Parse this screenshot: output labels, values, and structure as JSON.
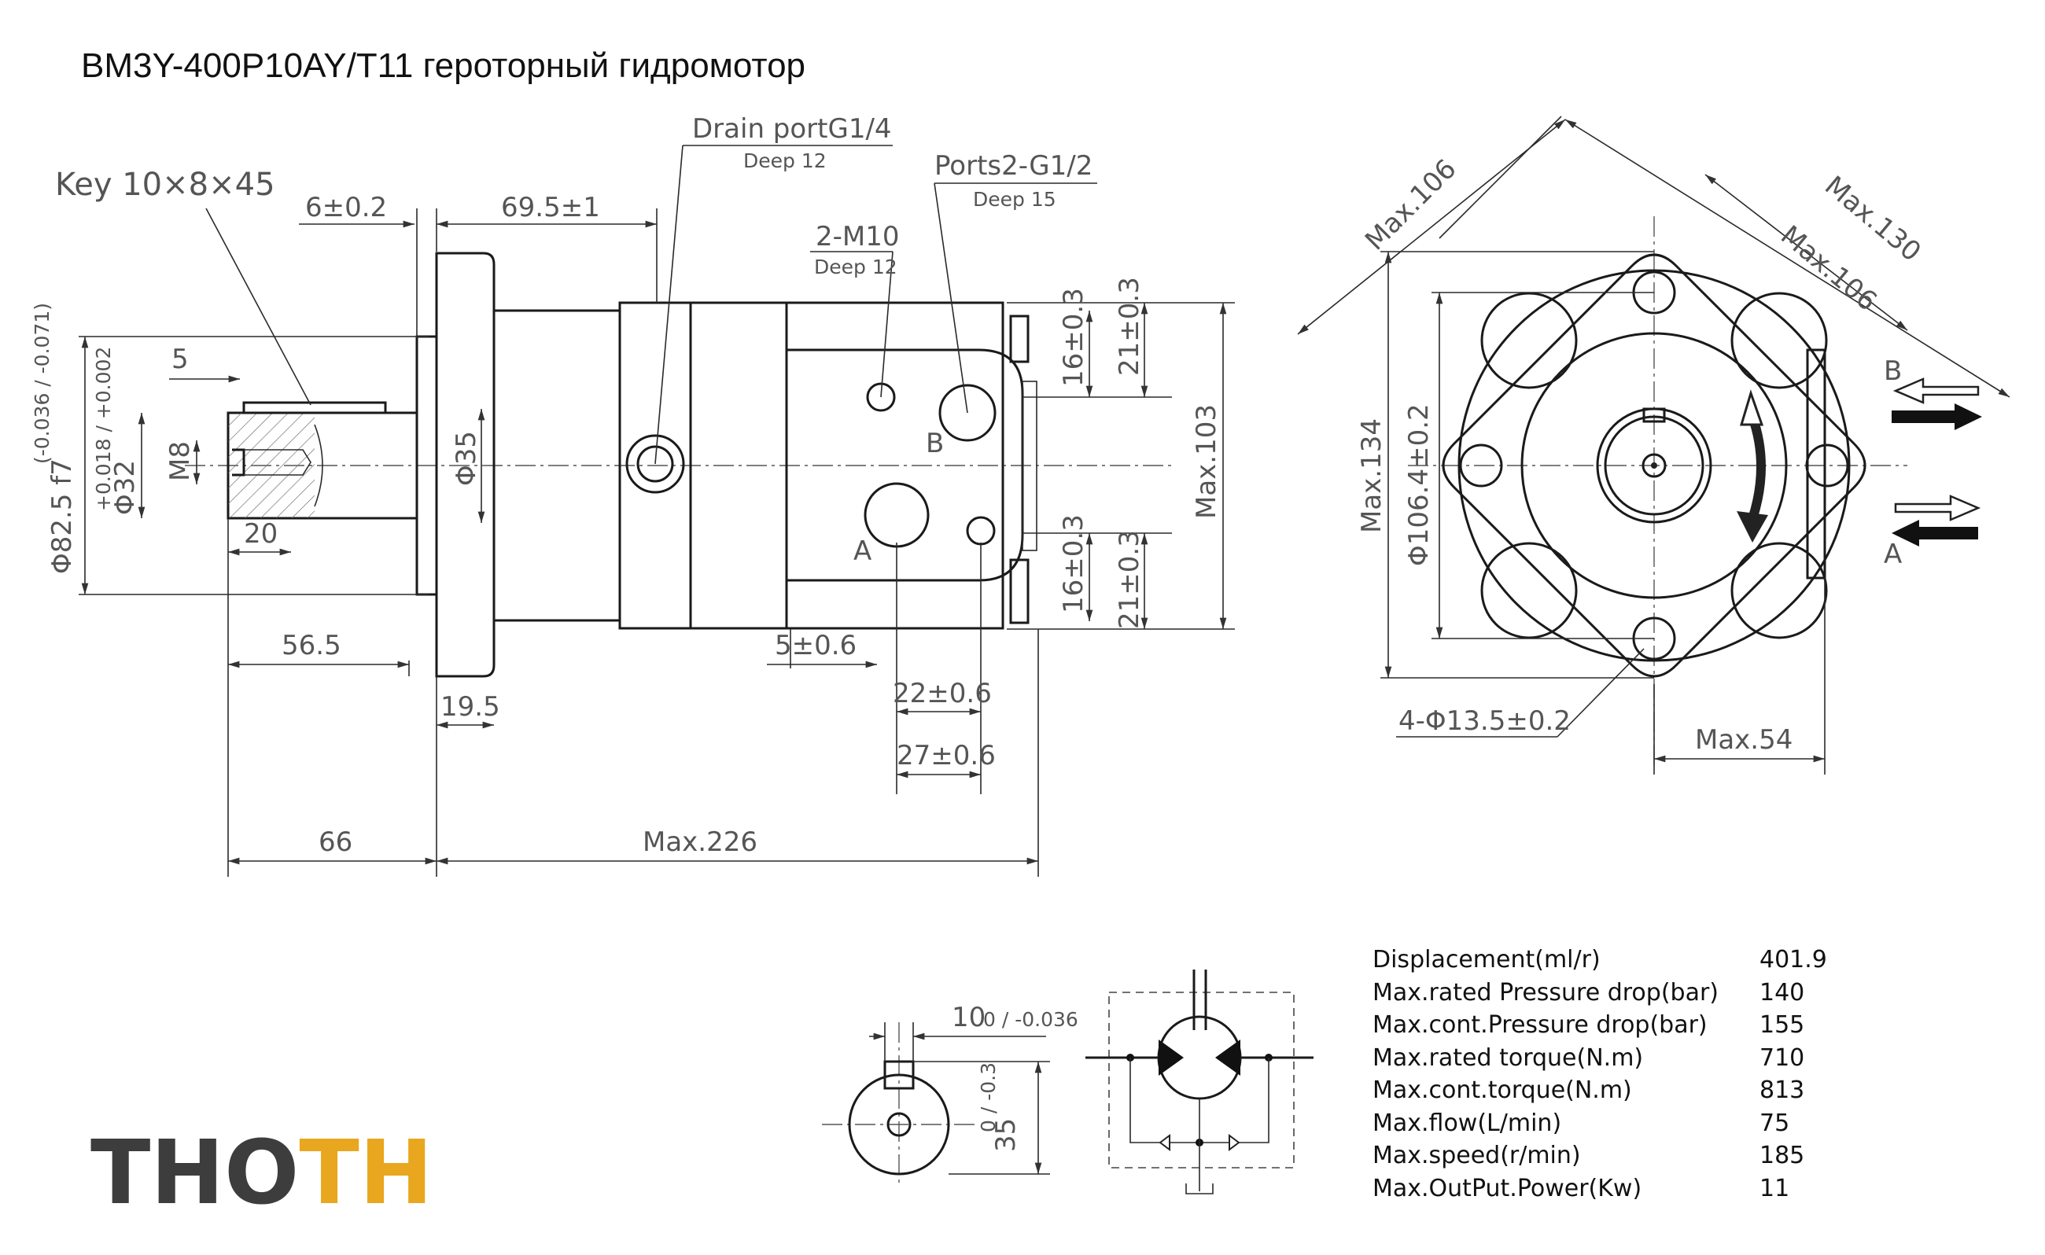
{
  "title": "BM3Y-400P10AY/T11 героторный гидромотор",
  "logo": {
    "text": "THOTH",
    "dark_color": "#3d3d3d",
    "accent_color": "#e8a71e"
  },
  "callouts": {
    "key": "Key 10×8×45",
    "drain_port": "Drain portG1/4",
    "drain_deep": "Deep 12",
    "ports": "Ports2-G1/2",
    "ports_deep": "Deep 15",
    "mount_thread": "2-M10",
    "mount_deep": "Deep 12",
    "holes": "4-Φ13.5±0.2"
  },
  "dims_side": {
    "d6": "6±0.2",
    "d69": "69.5±1",
    "d5": "5",
    "d20": "20",
    "d56": "56.5",
    "d195": "19.5",
    "d66": "66",
    "dmax226": "Max.226",
    "d5_06": "5±0.6",
    "d22": "22±0.6",
    "d27": "27±0.6",
    "d16a": "16±0.3",
    "d21a": "21±0.3",
    "d16b": "16±0.3",
    "d21b": "21±0.3",
    "dmax103": "Max.103",
    "phi825": "Φ82.5 f7",
    "phi825_tol": "(-0.036 / -0.071)",
    "phi32": "Φ32",
    "phi32_tol": "+0.018 / +0.002",
    "m8": "M8",
    "phi35": "Φ35",
    "port_a": "A",
    "port_b": "B"
  },
  "dims_front": {
    "max106a": "Max.106",
    "max130": "Max.130",
    "max106b": "Max.106",
    "phi106": "Φ106.4±0.2",
    "max134": "Max.134",
    "max54": "Max.54",
    "port_a": "A",
    "port_b": "B"
  },
  "key_section": {
    "width": "10",
    "width_tol": "0 / -0.036",
    "height": "35",
    "height_tol": "0 / -0.3"
  },
  "specs": [
    {
      "label": "Displacement(ml/r)",
      "value": "401.9"
    },
    {
      "label": "Max.rated Pressure drop(bar)",
      "value": "140"
    },
    {
      "label": "Max.cont.Pressure drop(bar)",
      "value": "155"
    },
    {
      "label": "Max.rated torque(N.m)",
      "value": "710"
    },
    {
      "label": "Max.cont.torque(N.m)",
      "value": "813"
    },
    {
      "label": "Max.flow(L/min)",
      "value": "75"
    },
    {
      "label": "Max.speed(r/min)",
      "value": "185"
    },
    {
      "label": "Max.OutPut.Power(Kw)",
      "value": "11"
    }
  ]
}
